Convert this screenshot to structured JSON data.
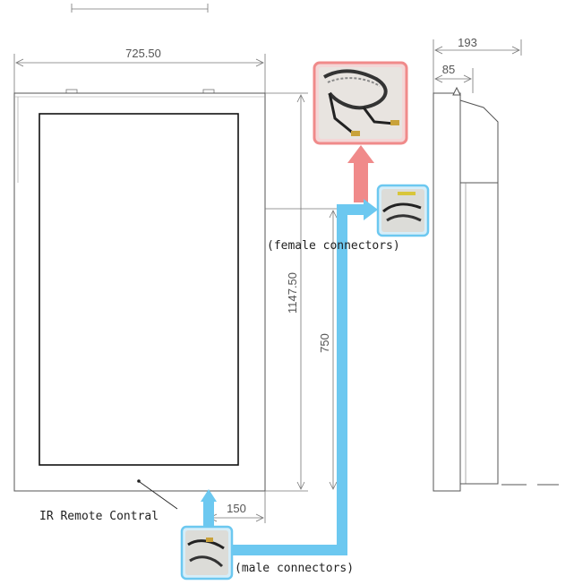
{
  "dimensions": {
    "width": "725.50",
    "height": "1147.50",
    "inner": "750",
    "offset": "150",
    "depth_total": "193",
    "depth_front": "85"
  },
  "callouts": {
    "female": "(female connectors)",
    "male": "(male connectors)",
    "ir": "IR Remote Contral"
  },
  "colors": {
    "blue_route": "#6cc8f0",
    "red_route": "#f08a8a",
    "line": "#666666"
  },
  "icons": {
    "cable_photo": "cable-bundle-photo",
    "female_photo": "female-connector-photo",
    "male_photo": "male-connector-photo"
  }
}
